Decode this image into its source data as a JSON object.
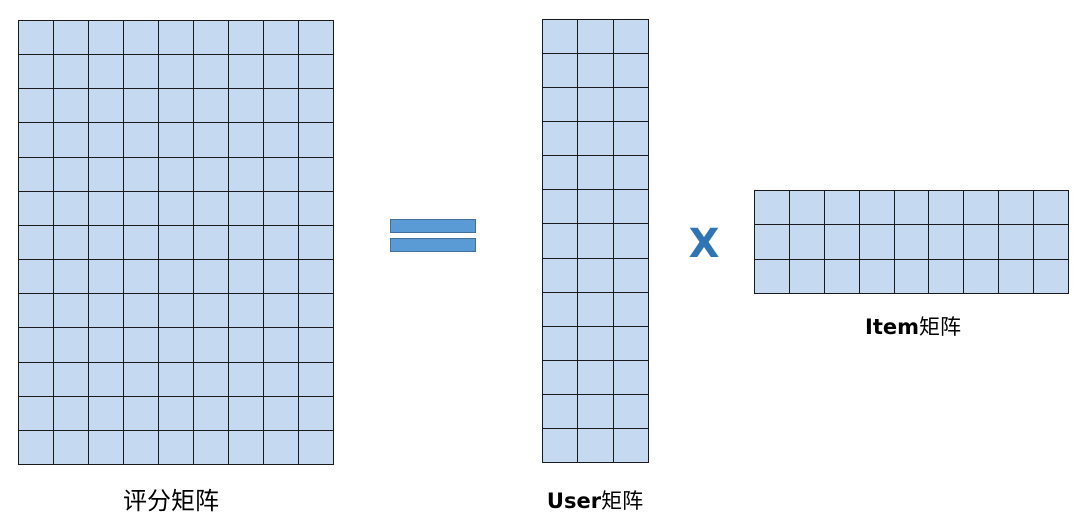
{
  "diagram": {
    "rating_matrix": {
      "rows": 13,
      "cols": 9,
      "label": "评分矩阵"
    },
    "equals_sign": "=",
    "user_matrix": {
      "rows": 13,
      "cols": 3,
      "label_prefix": "User",
      "label_suffix": "矩阵"
    },
    "times_sign": "X",
    "item_matrix": {
      "rows": 3,
      "cols": 9,
      "label_prefix": "Item",
      "label_suffix": "矩阵"
    },
    "colors": {
      "cell_fill": "#c5d9f1",
      "grid_line": "#1a1a1a",
      "equals_fill": "#5b9bd5",
      "times_color": "#2e75b6"
    }
  }
}
